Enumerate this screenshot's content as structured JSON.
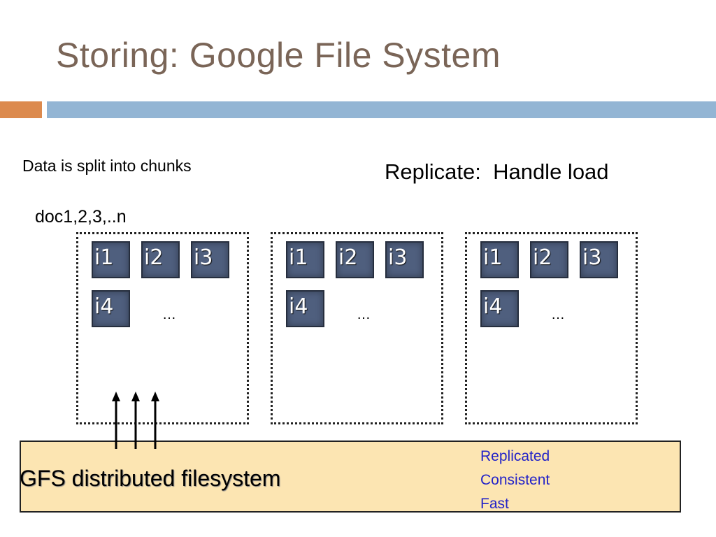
{
  "slide": {
    "title": "Storing: Google File System",
    "caption_left": "Data is split into chunks",
    "caption_right": "Replicate:  Handle load",
    "doc_label": "doc1,2,3,..n"
  },
  "servers": [
    {
      "chunks": [
        "i1",
        "i2",
        "i3",
        "i4"
      ],
      "ellipsis": "…"
    },
    {
      "chunks": [
        "i1",
        "i2",
        "i3",
        "i4"
      ],
      "ellipsis": "…"
    },
    {
      "chunks": [
        "i1",
        "i2",
        "i3",
        "i4"
      ],
      "ellipsis": "…"
    }
  ],
  "filesystem": {
    "label": "GFS distributed filesystem",
    "properties": [
      "Replicated",
      "Consistent",
      "Fast"
    ]
  },
  "colors": {
    "title": "#7a6557",
    "accent_orange": "#dc8a4e",
    "accent_blue": "#93b5d4",
    "chunk": "#4f5f7e",
    "filesystem_bg": "#fce5b2",
    "properties_text": "#2323c8"
  }
}
